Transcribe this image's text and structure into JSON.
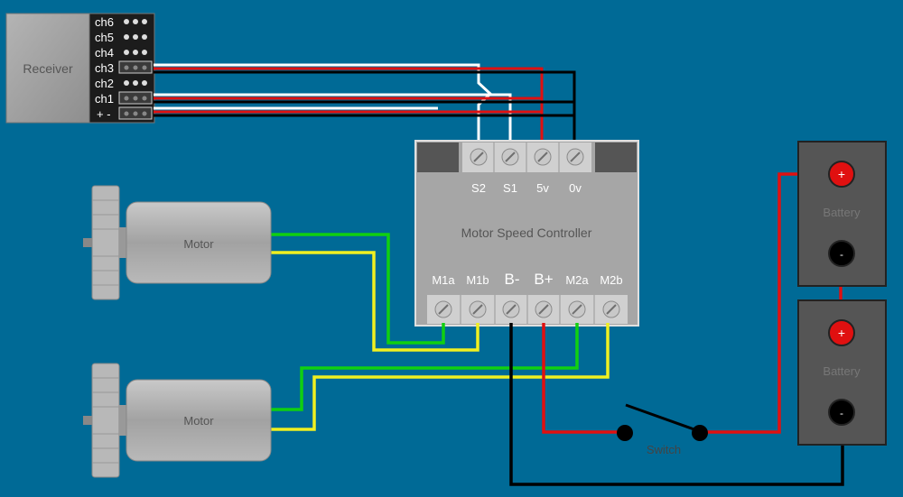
{
  "receiver": {
    "label": "Receiver",
    "channels": [
      "ch6",
      "ch5",
      "ch4",
      "ch3",
      "ch2",
      "ch1",
      "+ -"
    ]
  },
  "controller": {
    "title": "Motor Speed Controller",
    "top_terminals": [
      "S2",
      "S1",
      "5v",
      "0v"
    ],
    "bottom_terminals": [
      "M1a",
      "M1b",
      "B-",
      "B+",
      "M2a",
      "M2b"
    ]
  },
  "motors": [
    {
      "label": "Motor"
    },
    {
      "label": "Motor"
    }
  ],
  "batteries": [
    {
      "label": "Battery",
      "positive": "+",
      "negative": "-"
    },
    {
      "label": "Battery",
      "positive": "+",
      "negative": "-"
    }
  ],
  "switch": {
    "label": "Switch"
  },
  "colors": {
    "background": "#006a96",
    "wire_red": "#e01010",
    "wire_black": "#000000",
    "wire_white": "#ffffff",
    "wire_green": "#10d010",
    "wire_yellow": "#f0f020",
    "panel": "#a0a0a0",
    "battery": "#555555"
  }
}
